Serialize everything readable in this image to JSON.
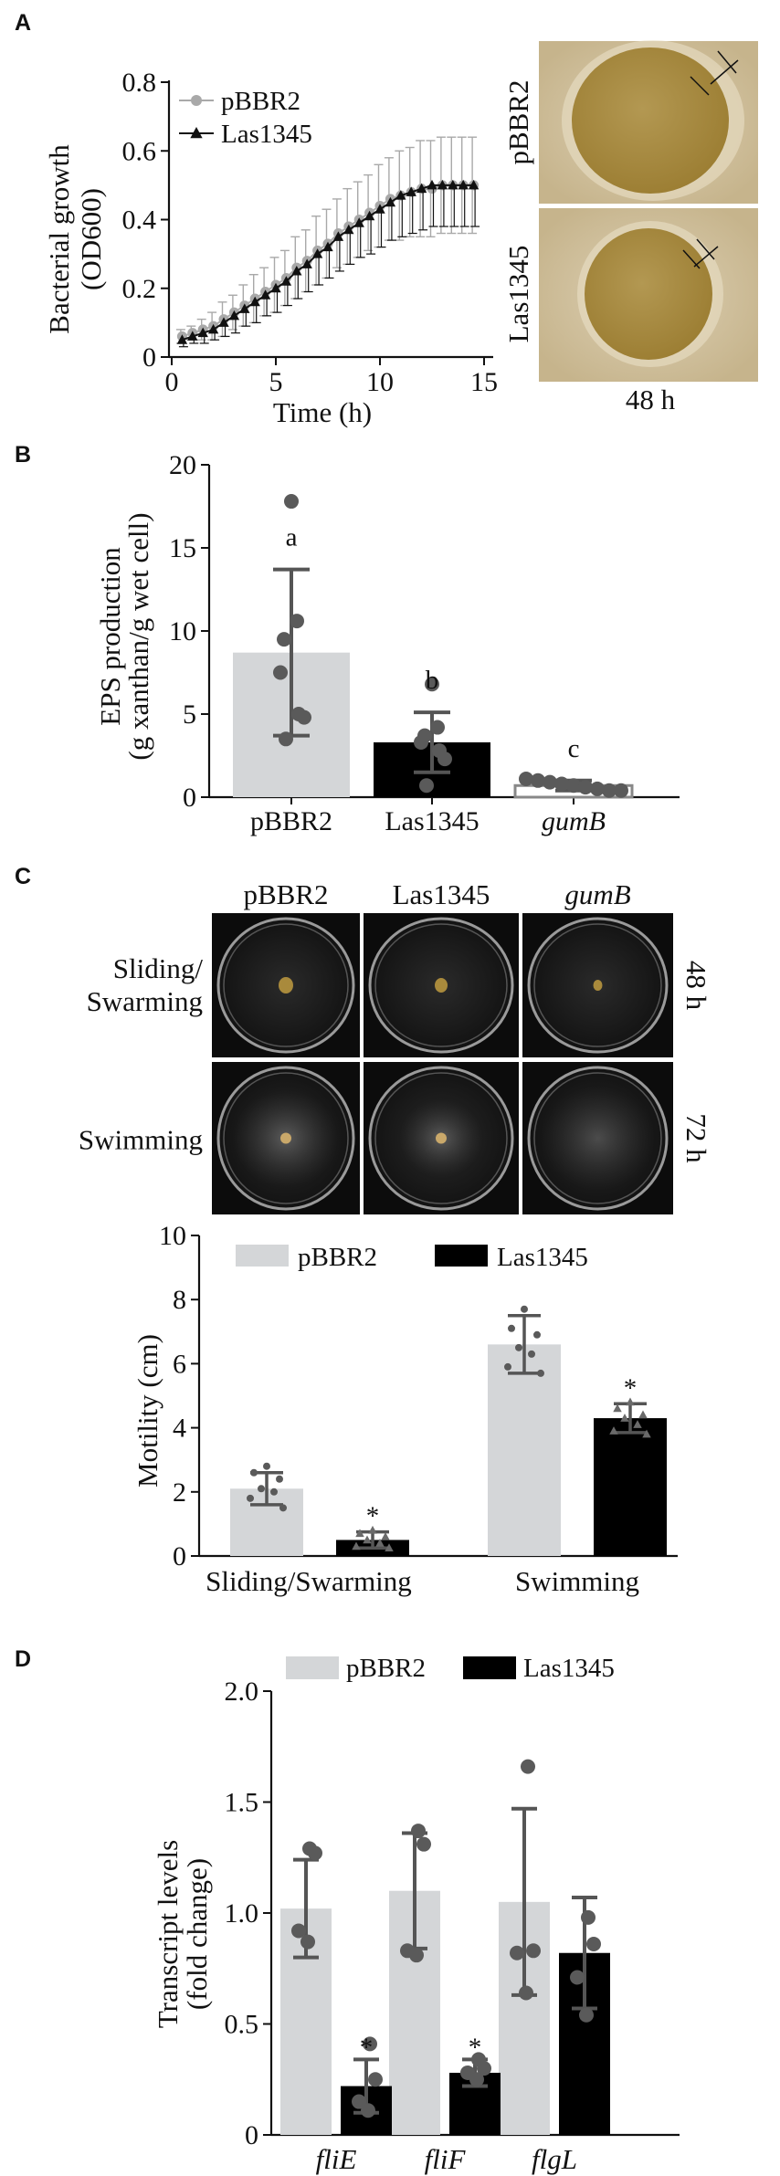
{
  "figure": {
    "panel_labels": [
      "A",
      "B",
      "C",
      "D"
    ],
    "colors": {
      "pbbr2": "#d4d6d8",
      "las1345": "#000000",
      "points": "#5a5a5a",
      "error": "#555555",
      "growth_pbbr2": "#a9a9a9",
      "growth_las1345": "#111111",
      "agar": "#cdb992",
      "colony": "#a98a3c",
      "plate_bg": "#1b1b1b"
    }
  },
  "panel_a": {
    "colony_labels": [
      "pBBR2",
      "Las1345"
    ],
    "colony_time": "48 h"
  },
  "panel_c": {
    "plate_columns": [
      {
        "text": "pBBR2",
        "italic": false
      },
      {
        "text": "Las1345",
        "italic": false
      },
      {
        "text": "gumB",
        "italic": true
      }
    ],
    "plate_rows": [
      {
        "lines": [
          "Sliding/",
          "Swarming"
        ],
        "time": "48 h"
      },
      {
        "lines": [
          "Swimming"
        ],
        "time": "72 h"
      }
    ]
  },
  "chart_data": [
    {
      "panel": "A",
      "type": "line",
      "xlabel": "Time (h)",
      "ylabel": [
        "Bacterial growth",
        "(OD600)"
      ],
      "xlim": [
        0,
        15
      ],
      "ylim": [
        0,
        0.8
      ],
      "xticks": [
        0,
        5,
        10,
        15
      ],
      "yticks": [
        0,
        0.2,
        0.4,
        0.6,
        0.8
      ],
      "legend_position": "top-left",
      "x": [
        0.5,
        1,
        1.5,
        2,
        2.5,
        3,
        3.5,
        4,
        4.5,
        5,
        5.5,
        6,
        6.5,
        7,
        7.5,
        8,
        8.5,
        9,
        9.5,
        10,
        10.5,
        11,
        11.5,
        12,
        12.5,
        13,
        13.5,
        14,
        14.5
      ],
      "series": [
        {
          "name": "pBBR2",
          "marker": "circle",
          "values": [
            0.06,
            0.07,
            0.08,
            0.09,
            0.11,
            0.13,
            0.15,
            0.17,
            0.19,
            0.21,
            0.23,
            0.26,
            0.28,
            0.31,
            0.33,
            0.36,
            0.38,
            0.4,
            0.42,
            0.44,
            0.46,
            0.47,
            0.48,
            0.49,
            0.49,
            0.5,
            0.5,
            0.5,
            0.5
          ],
          "error": [
            0.02,
            0.02,
            0.03,
            0.04,
            0.05,
            0.05,
            0.06,
            0.07,
            0.07,
            0.08,
            0.08,
            0.09,
            0.09,
            0.1,
            0.1,
            0.1,
            0.11,
            0.11,
            0.11,
            0.12,
            0.12,
            0.13,
            0.13,
            0.14,
            0.14,
            0.14,
            0.14,
            0.14,
            0.14
          ]
        },
        {
          "name": "Las1345",
          "marker": "triangle",
          "values": [
            0.05,
            0.06,
            0.07,
            0.08,
            0.1,
            0.12,
            0.14,
            0.16,
            0.18,
            0.2,
            0.22,
            0.25,
            0.27,
            0.3,
            0.32,
            0.35,
            0.37,
            0.39,
            0.41,
            0.43,
            0.45,
            0.47,
            0.48,
            0.49,
            0.5,
            0.5,
            0.5,
            0.5,
            0.5
          ],
          "error": [
            0.02,
            0.02,
            0.03,
            0.03,
            0.04,
            0.05,
            0.05,
            0.06,
            0.06,
            0.07,
            0.07,
            0.08,
            0.08,
            0.09,
            0.09,
            0.1,
            0.1,
            0.1,
            0.11,
            0.11,
            0.11,
            0.12,
            0.12,
            0.12,
            0.12,
            0.12,
            0.12,
            0.12,
            0.12
          ]
        }
      ]
    },
    {
      "panel": "B",
      "type": "bar",
      "ylabel": [
        "EPS production",
        "(g xanthan/g wet cell)"
      ],
      "ylim": [
        0,
        20
      ],
      "yticks": [
        0,
        5,
        10,
        15,
        20
      ],
      "categories": [
        {
          "text": "pBBR2",
          "italic": false
        },
        {
          "text": "Las1345",
          "italic": false
        },
        {
          "text": "gumB",
          "italic": true
        }
      ],
      "values": [
        8.7,
        3.3,
        0.7
      ],
      "sd": [
        5.0,
        1.8,
        0.3
      ],
      "letters": [
        "a",
        "b",
        "c"
      ],
      "bar_style": [
        "gray",
        "black",
        "outline"
      ],
      "points": [
        [
          17.8,
          10.6,
          9.5,
          7.5,
          5.0,
          4.8,
          3.5
        ],
        [
          6.8,
          4.2,
          3.7,
          3.3,
          2.8,
          2.3,
          0.7
        ],
        [
          1.1,
          1.0,
          0.9,
          0.8,
          0.7,
          0.6,
          0.5,
          0.4,
          0.4
        ]
      ]
    },
    {
      "panel": "C",
      "type": "bar",
      "ylabel": "Motility (cm)",
      "ylim": [
        0,
        10
      ],
      "yticks": [
        0,
        2,
        4,
        6,
        8,
        10
      ],
      "categories": [
        "Sliding/Swarming",
        "Swimming"
      ],
      "legend_position": "top",
      "series": [
        {
          "name": "pBBR2",
          "values": [
            2.1,
            6.6
          ],
          "sd": [
            0.5,
            0.9
          ],
          "marker": "circle",
          "points": [
            [
              2.8,
              2.6,
              2.4,
              2.1,
              2.0,
              1.8,
              1.5
            ],
            [
              7.7,
              7.1,
              6.9,
              6.5,
              6.3,
              5.9,
              5.7
            ]
          ],
          "stars": [
            "",
            ""
          ]
        },
        {
          "name": "Las1345",
          "values": [
            0.5,
            4.3
          ],
          "sd": [
            0.25,
            0.45
          ],
          "marker": "triangle",
          "points": [
            [
              0.8,
              0.7,
              0.6,
              0.5,
              0.4,
              0.3,
              0.25
            ],
            [
              4.8,
              4.6,
              4.4,
              4.3,
              4.1,
              3.9,
              3.8
            ]
          ],
          "stars": [
            "*",
            "*"
          ]
        }
      ]
    },
    {
      "panel": "D",
      "type": "bar",
      "ylabel": [
        "Transcript levels",
        "(fold change)"
      ],
      "ylim": [
        0,
        2.0
      ],
      "yticks": [
        "0",
        "0.5",
        "1.0",
        "1.5",
        "2.0"
      ],
      "categories": [
        "fliE",
        "fliF",
        "flgL"
      ],
      "categories_italic": true,
      "legend_position": "top",
      "series": [
        {
          "name": "pBBR2",
          "values": [
            1.02,
            1.1,
            1.05
          ],
          "sd": [
            0.22,
            0.26,
            0.42
          ],
          "points": [
            [
              1.29,
              1.27,
              0.92,
              0.87
            ],
            [
              1.37,
              1.31,
              0.83,
              0.81
            ],
            [
              1.66,
              0.83,
              0.82,
              0.64
            ]
          ],
          "stars": [
            "",
            "",
            ""
          ]
        },
        {
          "name": "Las1345",
          "values": [
            0.22,
            0.28,
            0.82
          ],
          "sd": [
            0.12,
            0.06,
            0.25
          ],
          "points": [
            [
              0.41,
              0.25,
              0.15,
              0.11
            ],
            [
              0.34,
              0.3,
              0.28,
              0.25
            ],
            [
              0.98,
              0.86,
              0.71,
              0.54
            ]
          ],
          "stars": [
            "*",
            "*",
            ""
          ]
        }
      ]
    }
  ]
}
